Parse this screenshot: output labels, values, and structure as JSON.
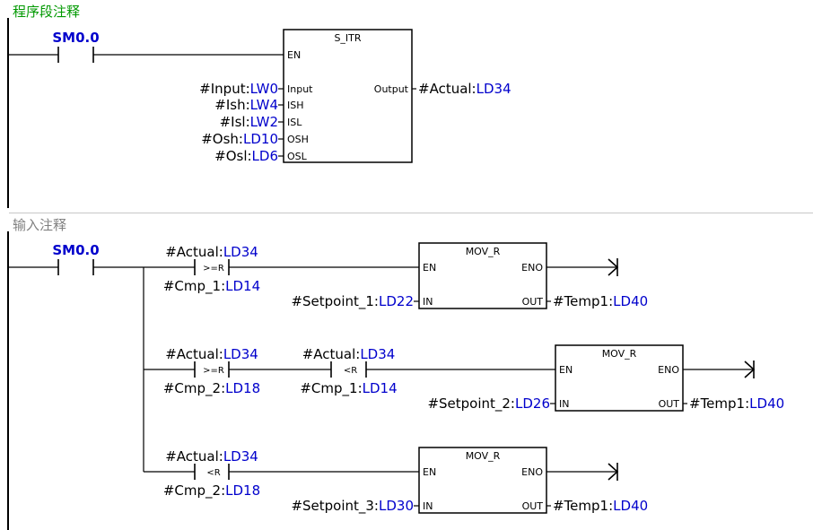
{
  "colors": {
    "symbol": "#000000",
    "address": "#0000cc",
    "contact_label": "#0000cc",
    "comment_network1": "#009900",
    "comment_network2": "#808080",
    "wire": "#000000",
    "separator": "#c8c8c8"
  },
  "network1": {
    "comment": "程序段注释",
    "contact": "SM0.0",
    "box": {
      "title": "S_ITR",
      "en": "EN",
      "inputs": [
        {
          "pin": "Input",
          "symbol": "#Input",
          "address": "LW0"
        },
        {
          "pin": "ISH",
          "symbol": "#Ish",
          "address": "LW4"
        },
        {
          "pin": "ISL",
          "symbol": "#Isl",
          "address": "LW2"
        },
        {
          "pin": "OSH",
          "symbol": "#Osh",
          "address": "LD10"
        },
        {
          "pin": "OSL",
          "symbol": "#Osl",
          "address": "LD6"
        }
      ],
      "output": {
        "pin": "Output",
        "symbol": "#Actual",
        "address": "LD34"
      }
    }
  },
  "network2": {
    "comment": "输入注释",
    "contact": "SM0.0",
    "rungs": [
      {
        "compares": [
          {
            "op": ">=R",
            "top_symbol": "#Actual",
            "top_address": "LD34",
            "bottom_symbol": "#Cmp_1",
            "bottom_address": "LD14"
          }
        ],
        "box": {
          "title": "MOV_R",
          "en": "EN",
          "eno": "ENO",
          "in_pin": "IN",
          "out_pin": "OUT",
          "in_symbol": "#Setpoint_1",
          "in_address": "LD22",
          "out_symbol": "#Temp1",
          "out_address": "LD40"
        }
      },
      {
        "compares": [
          {
            "op": ">=R",
            "top_symbol": "#Actual",
            "top_address": "LD34",
            "bottom_symbol": "#Cmp_2",
            "bottom_address": "LD18"
          },
          {
            "op": "<R",
            "top_symbol": "#Actual",
            "top_address": "LD34",
            "bottom_symbol": "#Cmp_1",
            "bottom_address": "LD14"
          }
        ],
        "box": {
          "title": "MOV_R",
          "en": "EN",
          "eno": "ENO",
          "in_pin": "IN",
          "out_pin": "OUT",
          "in_symbol": "#Setpoint_2",
          "in_address": "LD26",
          "out_symbol": "#Temp1",
          "out_address": "LD40"
        }
      },
      {
        "compares": [
          {
            "op": "<R",
            "top_symbol": "#Actual",
            "top_address": "LD34",
            "bottom_symbol": "#Cmp_2",
            "bottom_address": "LD18"
          }
        ],
        "box": {
          "title": "MOV_R",
          "en": "EN",
          "eno": "ENO",
          "in_pin": "IN",
          "out_pin": "OUT",
          "in_symbol": "#Setpoint_3",
          "in_address": "LD30",
          "out_symbol": "#Temp1",
          "out_address": "LD40"
        }
      }
    ]
  }
}
